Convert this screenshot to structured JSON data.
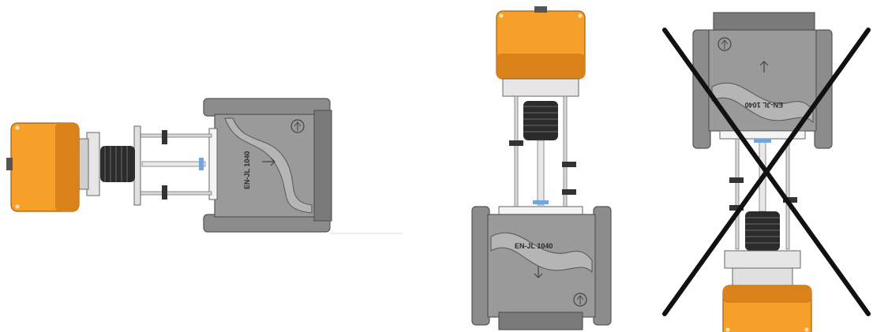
{
  "diagram": {
    "valve_marking": "EN-JL 1040",
    "colors": {
      "actuator": "#F5A028",
      "actuator_dark": "#D9821A",
      "body": "#8C8C8C",
      "body_dark": "#5E5E5E",
      "body_light": "#B9B9B9",
      "bellows": "#2B2B2B",
      "cross": "#111111"
    },
    "installations": [
      {
        "orientation": "horizontal",
        "allowed": true
      },
      {
        "orientation": "upright",
        "allowed": true
      },
      {
        "orientation": "inverted",
        "allowed": false
      }
    ]
  }
}
